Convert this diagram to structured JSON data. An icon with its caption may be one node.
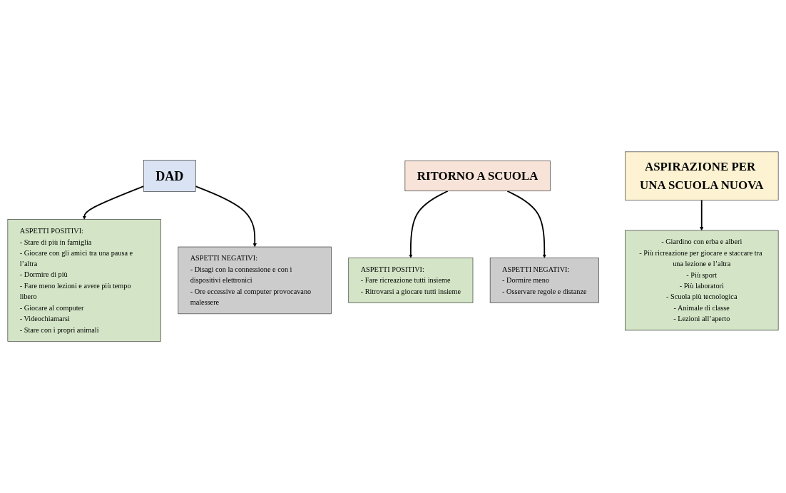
{
  "diagram": {
    "nodes": [
      {
        "text": [
          "ASPETTI POSITIVI:",
          "- Stare di più in famiglia",
          "- Giocare con gli amici tra una pausa e l’altra",
          "- Dormire di più",
          "- Fare meno lezioni e avere più tempo libero",
          "- Giocare al computer",
          "- Videochiamarsi",
          "- Stare con i propri animali"
        ]
      },
      {
        "text": [
          "DAD"
        ]
      },
      {
        "text": [
          "ASPETTI NEGATIVI:",
          "- Disagi con la connessione e con i dispositivi elettronici",
          "- Ore eccessive al computer provocavano malessere"
        ]
      },
      {
        "text": [
          "ASPETTI POSITIVI:",
          "- Fare ricreazione tutti insieme",
          "- Ritrovarsi a giocare tutti insieme"
        ]
      },
      {
        "text": [
          "RITORNO A SCUOLA"
        ]
      },
      {
        "text": [
          "ASPETTI NEGATIVI:",
          "- Dormire meno",
          "- Osservare regole e distanze"
        ]
      },
      {
        "text": [
          "ASPIRAZIONE PER UNA SCUOLA NUOVA"
        ]
      },
      {
        "text": [
          "- Giardino con erba e alberi",
          "- Più ricreazione per giocare e staccare tra una lezione e l’altra",
          "- Più sport",
          "- Più laboratori",
          "- Scuola più tecnologica",
          "- Animale di classe",
          "- Lezioni all’aperto"
        ]
      }
    ],
    "edges": [
      {
        "from": 1,
        "to": 0,
        "arrow": "to"
      },
      {
        "from": 1,
        "to": 2,
        "arrow": "to"
      },
      {
        "from": 4,
        "to": 3,
        "arrow": "to"
      },
      {
        "from": 4,
        "to": 5,
        "arrow": "to"
      },
      {
        "from": 6,
        "to": 7,
        "arrow": "to"
      }
    ]
  }
}
